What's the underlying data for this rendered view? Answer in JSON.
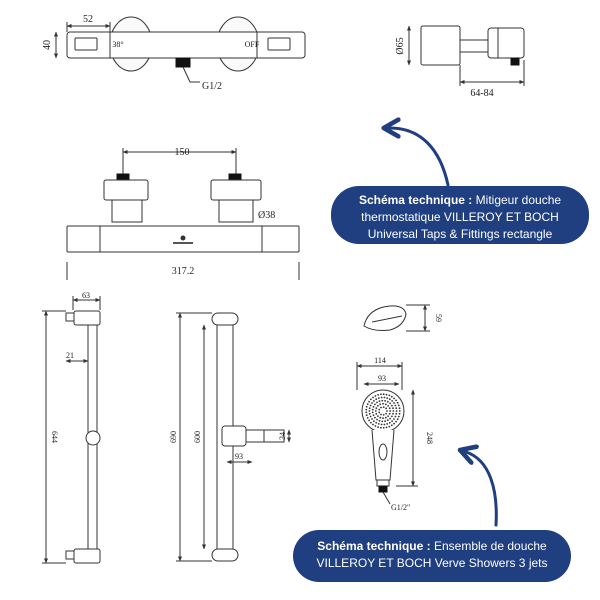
{
  "valve_top": {
    "dim_width": "52",
    "dim_height": "40",
    "sym_hot": "38°",
    "sym_off": "OFF",
    "thread": "G1/2"
  },
  "valve_side": {
    "dim_height": "Ø65",
    "dim_depth": "64-84"
  },
  "valve_front": {
    "dim_centers": "150",
    "dim_depth": "Ø38",
    "dim_length": "317.2"
  },
  "rail_left": {
    "dim_top": "63",
    "dim_offset": "21",
    "dim_height": "644"
  },
  "rail_right": {
    "dim_outer": "690",
    "dim_inner": "600",
    "dim_slider": "34",
    "dim_reach": "93"
  },
  "handshower": {
    "dim_head_height": "59",
    "dim_width": "114",
    "dim_face": "93",
    "dim_length": "248",
    "thread": "G1/2\""
  },
  "callout_1": {
    "title": "Schéma technique :",
    "text": "Mitigeur douche thermostatique VILLEROY ET BOCH Universal Taps & Fittings rectangle"
  },
  "callout_2": {
    "title": "Schéma technique :",
    "text": "Ensemble de douche VILLEROY ET BOCH Verve Showers 3 jets"
  },
  "colors": {
    "callout_bg": "#1f3f80",
    "callout_text": "#ffffff",
    "line": "#333333"
  }
}
